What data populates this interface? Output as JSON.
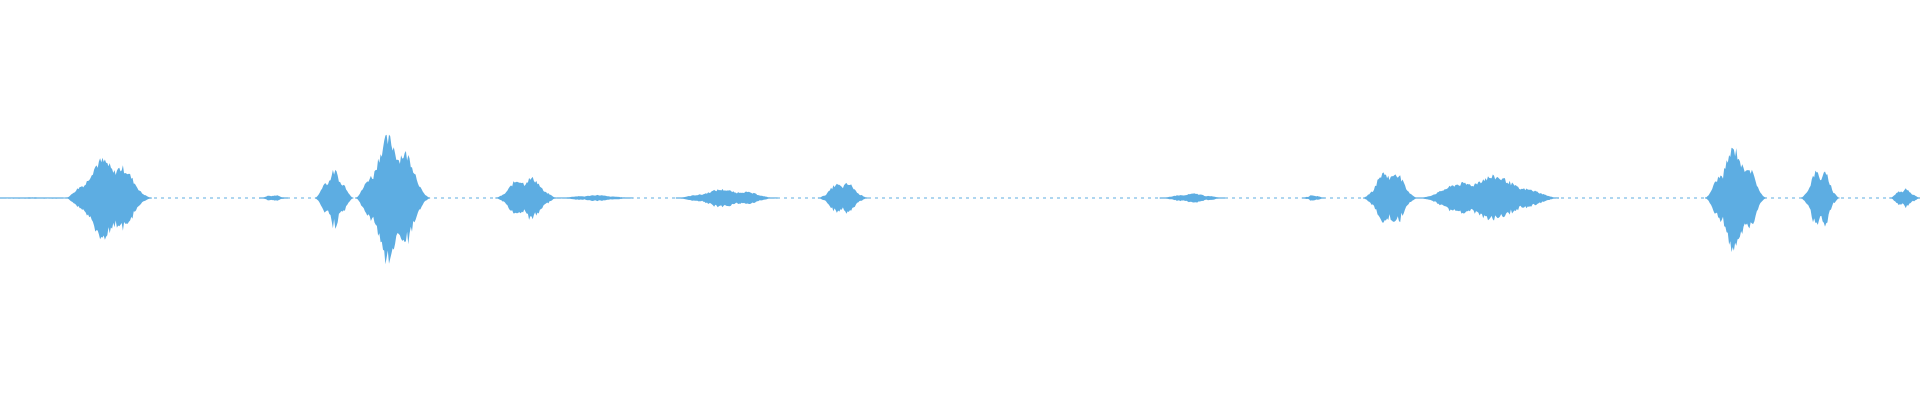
{
  "waveform": {
    "color": "#5dade2",
    "background": "#ffffff",
    "duration_fraction_segments": [
      {
        "start": 0.0,
        "end": 0.033,
        "peak": 0.01
      },
      {
        "start": 0.034,
        "end": 0.079,
        "peak": 0.55
      },
      {
        "start": 0.135,
        "end": 0.15,
        "peak": 0.04
      },
      {
        "start": 0.164,
        "end": 0.184,
        "peak": 0.37
      },
      {
        "start": 0.185,
        "end": 0.224,
        "peak": 0.85
      },
      {
        "start": 0.258,
        "end": 0.29,
        "peak": 0.3
      },
      {
        "start": 0.29,
        "end": 0.33,
        "peak": 0.04
      },
      {
        "start": 0.352,
        "end": 0.405,
        "peak": 0.12
      },
      {
        "start": 0.426,
        "end": 0.452,
        "peak": 0.22
      },
      {
        "start": 0.604,
        "end": 0.638,
        "peak": 0.06
      },
      {
        "start": 0.678,
        "end": 0.69,
        "peak": 0.04
      },
      {
        "start": 0.71,
        "end": 0.738,
        "peak": 0.4
      },
      {
        "start": 0.738,
        "end": 0.812,
        "peak": 0.3
      },
      {
        "start": 0.888,
        "end": 0.92,
        "peak": 0.68
      },
      {
        "start": 0.938,
        "end": 0.958,
        "peak": 0.4
      },
      {
        "start": 0.984,
        "end": 1.0,
        "peak": 0.13
      }
    ]
  }
}
